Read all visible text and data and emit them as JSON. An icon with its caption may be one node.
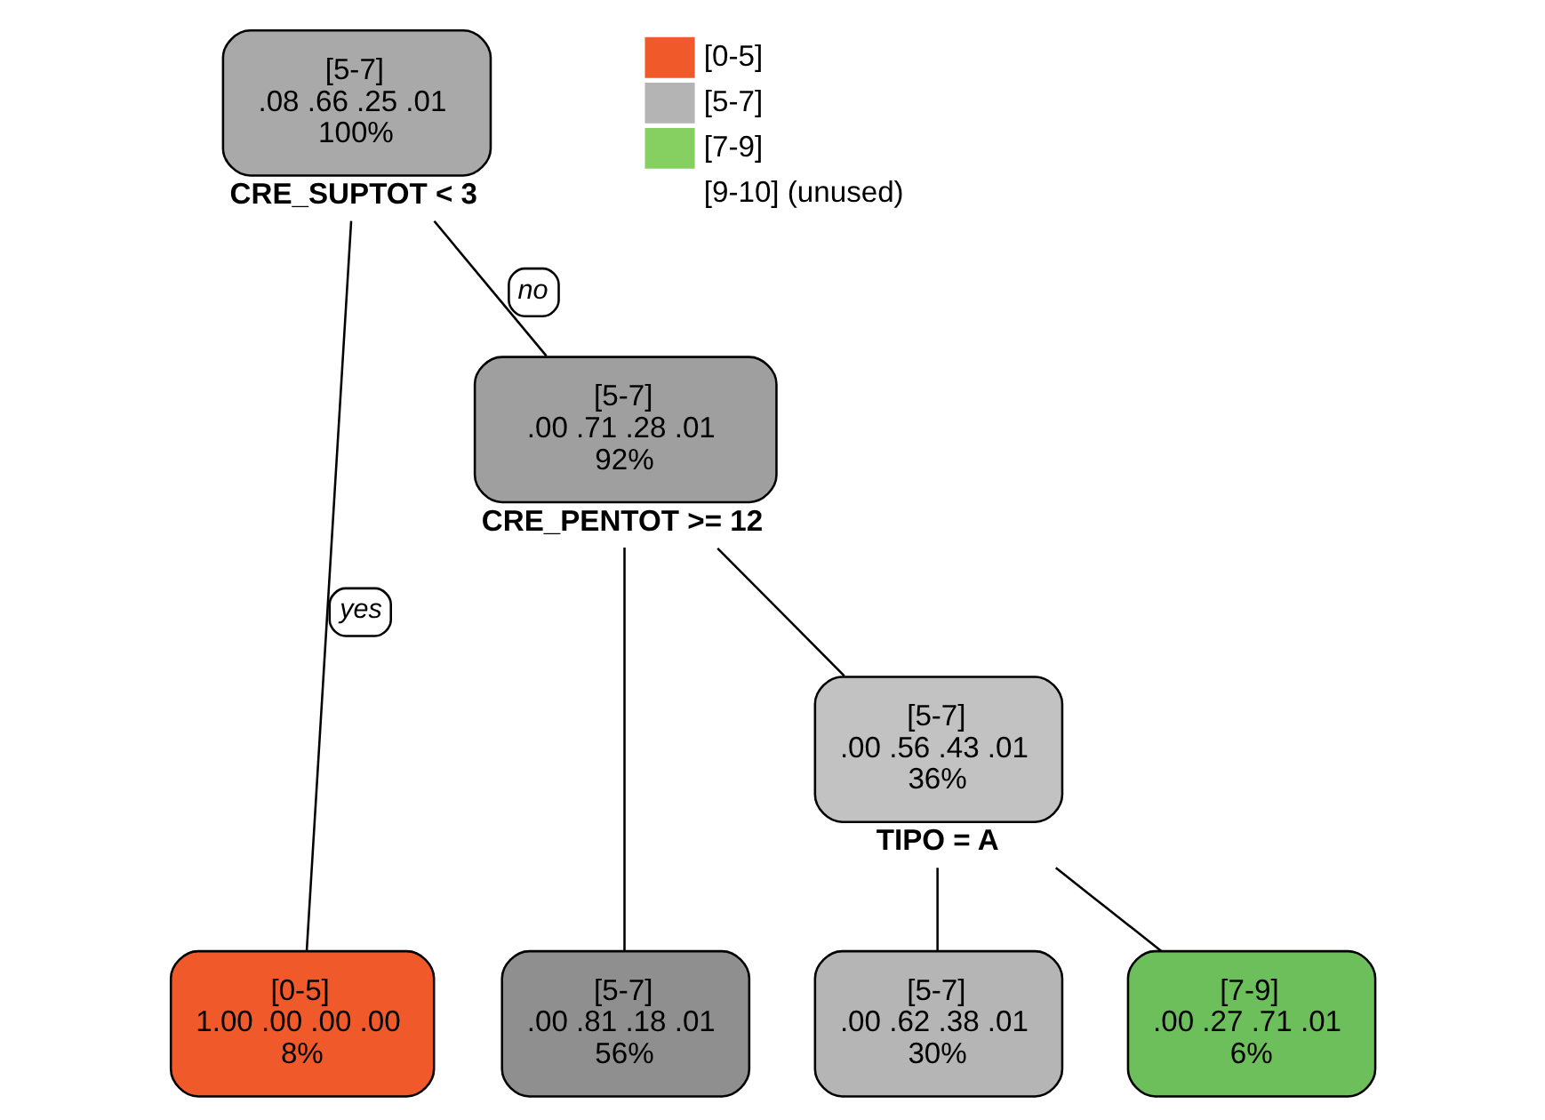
{
  "diagram": {
    "nodes": [
      {
        "text": [
          "[5-7]",
          ".08 .66 .25 .01",
          "100%"
        ],
        "beside": [
          "CRE_SUPTOT < 3"
        ]
      },
      {
        "text": [
          "[0-5]",
          "1.00 .00 .00 .00",
          "8%"
        ]
      },
      {
        "text": [
          "[5-7]",
          ".00 .71 .28 .01",
          "92%"
        ],
        "beside": [
          "CRE_PENTOT >= 12"
        ]
      },
      {
        "text": [
          "[5-7]",
          ".00 .81 .18 .01",
          "56%"
        ]
      },
      {
        "text": [
          "[5-7]",
          ".00 .56 .43 .01",
          "36%"
        ],
        "beside": [
          "TIPO = A"
        ]
      },
      {
        "text": [
          "[5-7]",
          ".00 .62 .38 .01",
          "30%"
        ]
      },
      {
        "text": [
          "[7-9]",
          ".00 .27 .71 .01",
          "6%"
        ]
      }
    ],
    "edges": [
      {
        "from": 0,
        "to": 1,
        "arrow": "none",
        "label": "yes"
      },
      {
        "from": 0,
        "to": 2,
        "arrow": "none",
        "label": "no"
      },
      {
        "from": 2,
        "to": 3,
        "arrow": "none"
      },
      {
        "from": 2,
        "to": 4,
        "arrow": "none"
      },
      {
        "from": 4,
        "to": 5,
        "arrow": "none"
      },
      {
        "from": 4,
        "to": 6,
        "arrow": "none"
      }
    ],
    "legend": [
      {
        "text": "[0-5]",
        "color": "#f05a2a"
      },
      {
        "text": "[5-7]",
        "color": "#b4b4b4"
      },
      {
        "text": "[7-9]",
        "color": "#86d061"
      },
      {
        "text": "[9-10] (unused)"
      }
    ]
  }
}
